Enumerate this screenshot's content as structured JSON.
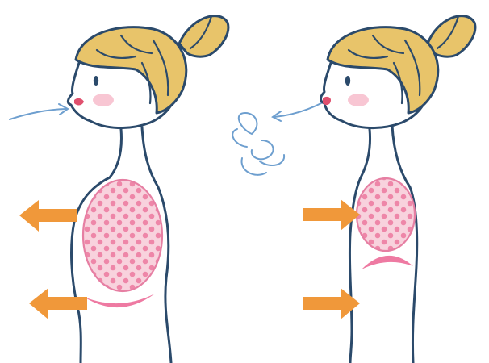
{
  "scene": {
    "figures": [
      {
        "phase": "inhale",
        "movement": "chest-expands-outward",
        "diaphragm": "lowered"
      },
      {
        "phase": "exhale",
        "movement": "chest-contracts-inward",
        "diaphragm": "raised"
      }
    ]
  },
  "colors": {
    "outline": "#2b4a6b",
    "hair": "#e8c46a",
    "lung_fill": "#f8d2dd",
    "lung_dots": "#ee86a8",
    "diaphragm": "#ee7aa2",
    "arrow": "#f0983a",
    "airflow": "#6e9fcf",
    "cheek": "#f6b3c4"
  },
  "icons": {
    "inhale_airflow": "incoming-air-arrow-icon",
    "exhale_airflow": "outgoing-breath-puff-icon",
    "chest_arrows_inhale": "left-arrow-icon",
    "chest_arrows_exhale": "right-arrow-icon"
  }
}
